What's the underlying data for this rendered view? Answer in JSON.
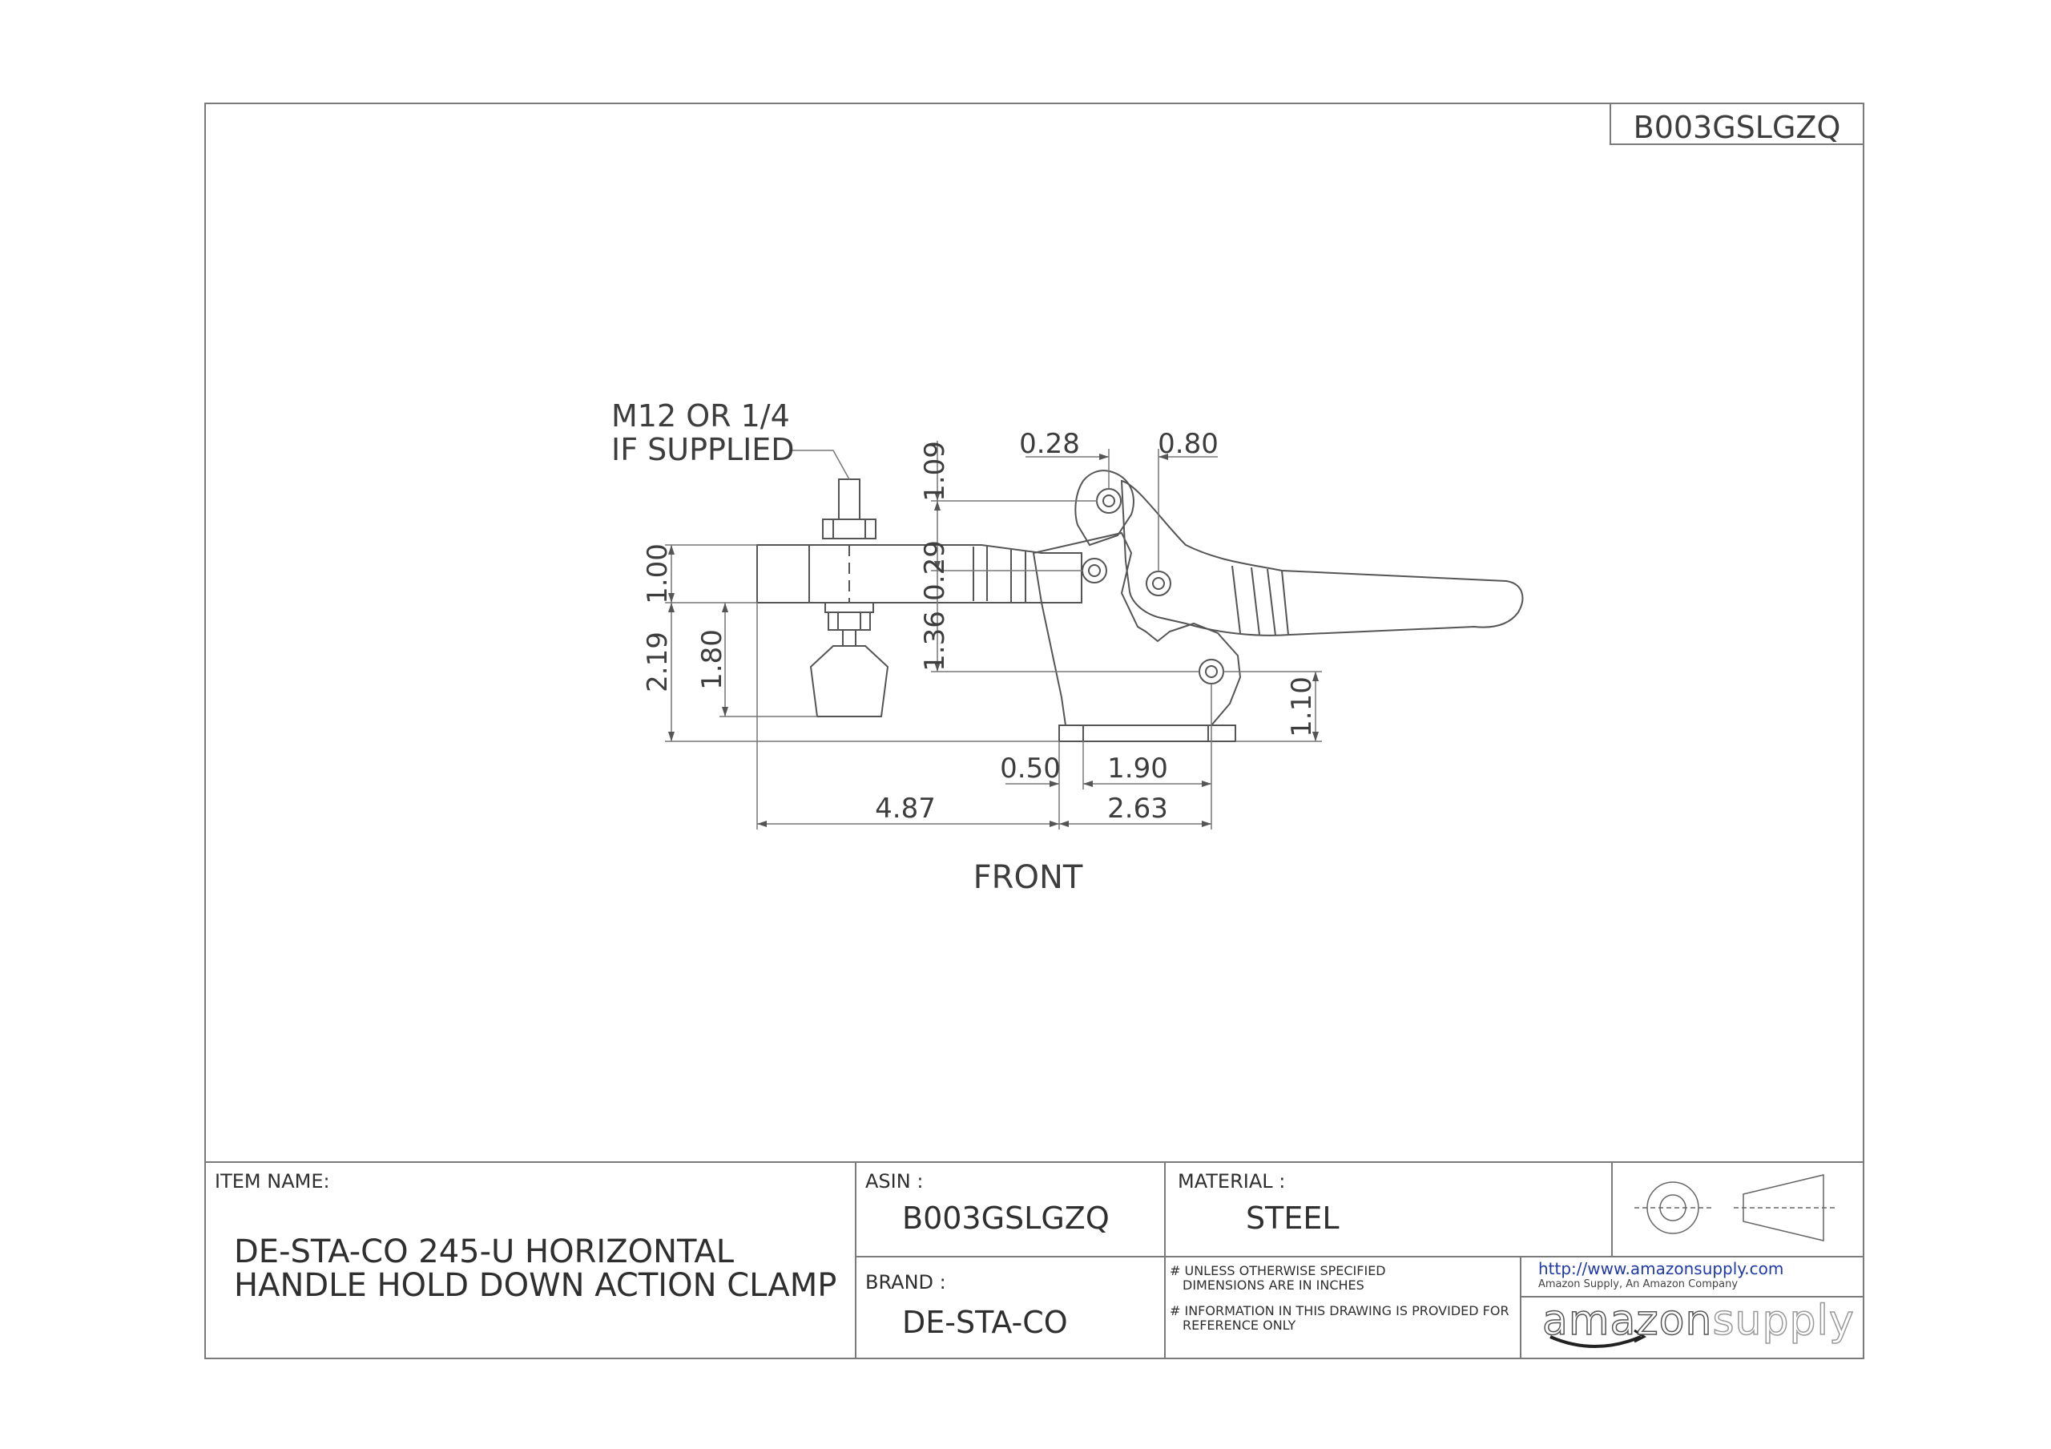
{
  "header": {
    "asin_tag": "B003GSLGZQ"
  },
  "drawing": {
    "callout_line1": "M12 OR 1/4",
    "callout_line2": "IF SUPPLIED",
    "view_label": "FRONT",
    "dims": {
      "d_1_09": "1.09",
      "d_0_28": "0.28",
      "d_0_80": "0.80",
      "d_1_00": "1.00",
      "d_0_29": "0.29",
      "d_2_19": "2.19",
      "d_1_80": "1.80",
      "d_1_36": "1.36",
      "d_1_10": "1.10",
      "d_0_50": "0.50",
      "d_1_90": "1.90",
      "d_4_87": "4.87",
      "d_2_63": "2.63"
    }
  },
  "title_block": {
    "item_name_label": "ITEM NAME:",
    "item_name_line1": "DE-STA-CO 245-U HORIZONTAL",
    "item_name_line2": "HANDLE HOLD DOWN ACTION CLAMP",
    "asin_label": "ASIN :",
    "asin_value": "B003GSLGZQ",
    "material_label": "MATERIAL :",
    "material_value": "STEEL",
    "brand_label": "BRAND :",
    "brand_value": "DE-STA-CO",
    "note1_line1": "# UNLESS OTHERWISE SPECIFIED",
    "note1_line2": "DIMENSIONS ARE IN INCHES",
    "note2_line1": "# INFORMATION IN THIS DRAWING IS PROVIDED FOR",
    "note2_line2": "REFERENCE ONLY",
    "url": "http://www.amazonsupply.com",
    "company": "Amazon Supply, An Amazon Company",
    "logo_text_part1": "amazon",
    "logo_text_part2": "supply"
  },
  "colors": {
    "line": "#5a5a5a",
    "text": "#3d3d3d",
    "link": "#1f3aa6"
  }
}
